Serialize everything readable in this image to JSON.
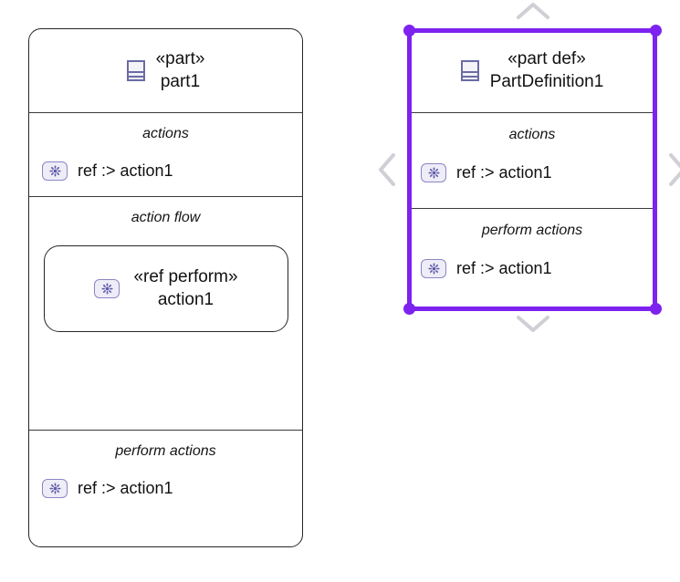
{
  "canvas": {
    "background": "#ffffff",
    "accent_color": "#7d22ef",
    "border_color": "#262626",
    "icon_color": "#6b6ba6"
  },
  "nodes": [
    {
      "id": "part-usage",
      "selected": false,
      "header": {
        "icon": "part-icon",
        "stereotype": "«part»",
        "name": "part1"
      },
      "compartments": [
        {
          "label": "actions",
          "features": [
            {
              "icon": "action-icon",
              "text": "ref :> action1"
            }
          ]
        },
        {
          "label": "action flow",
          "nested": {
            "icon": "action-icon",
            "stereotype": "«ref perform»",
            "name": "action1"
          }
        },
        {
          "label": "perform actions",
          "features": [
            {
              "icon": "action-icon",
              "text": "ref :> action1"
            }
          ]
        }
      ]
    },
    {
      "id": "part-definition",
      "selected": true,
      "header": {
        "icon": "part-icon",
        "stereotype": "«part def»",
        "name": "PartDefinition1"
      },
      "compartments": [
        {
          "label": "actions",
          "features": [
            {
              "icon": "action-icon",
              "text": "ref :> action1"
            }
          ]
        },
        {
          "label": "perform actions",
          "features": [
            {
              "icon": "action-icon",
              "text": "ref :> action1"
            }
          ]
        }
      ],
      "selection": {
        "handles": 4,
        "chevrons": [
          {
            "name": "chevron-up-icon",
            "direction": "up"
          },
          {
            "name": "chevron-down-icon",
            "direction": "down"
          },
          {
            "name": "chevron-left-icon",
            "direction": "left"
          },
          {
            "name": "chevron-right-icon",
            "direction": "right"
          }
        ]
      }
    }
  ]
}
